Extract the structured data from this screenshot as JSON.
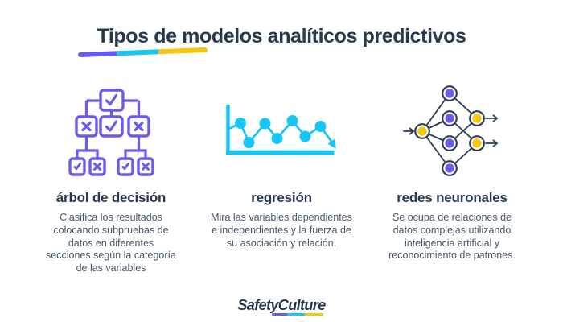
{
  "page": {
    "title": "Tipos de modelos analíticos predictivos"
  },
  "columns": [
    {
      "icon": "decision-tree-icon",
      "heading": "árbol de decisión",
      "description": "Clasifica los resultados\ncolocando subpruebas de\ndatos en diferentes\nsecciones según la categoría\nde las variables"
    },
    {
      "icon": "regression-chart-icon",
      "heading": "regresión",
      "description": "Mira las variables dependientes\ne independientes y la fuerza de\nsu asociación y relación."
    },
    {
      "icon": "neural-network-icon",
      "heading": "redes neuronales",
      "description": "Se ocupa de relaciones de\ndatos complejas utilizando\ninteligencia artificial y\nreconocimiento de patrones."
    }
  ],
  "footer": {
    "brand": "SafetyCulture"
  },
  "colors": {
    "heading_navy": "#27394E",
    "body_text": "#47566B",
    "purple": "#6A5AF0",
    "cyan": "#17C6F5",
    "yellow": "#F5C60E",
    "navy_line": "#2B3D52",
    "bg": "#FFFFFF"
  }
}
